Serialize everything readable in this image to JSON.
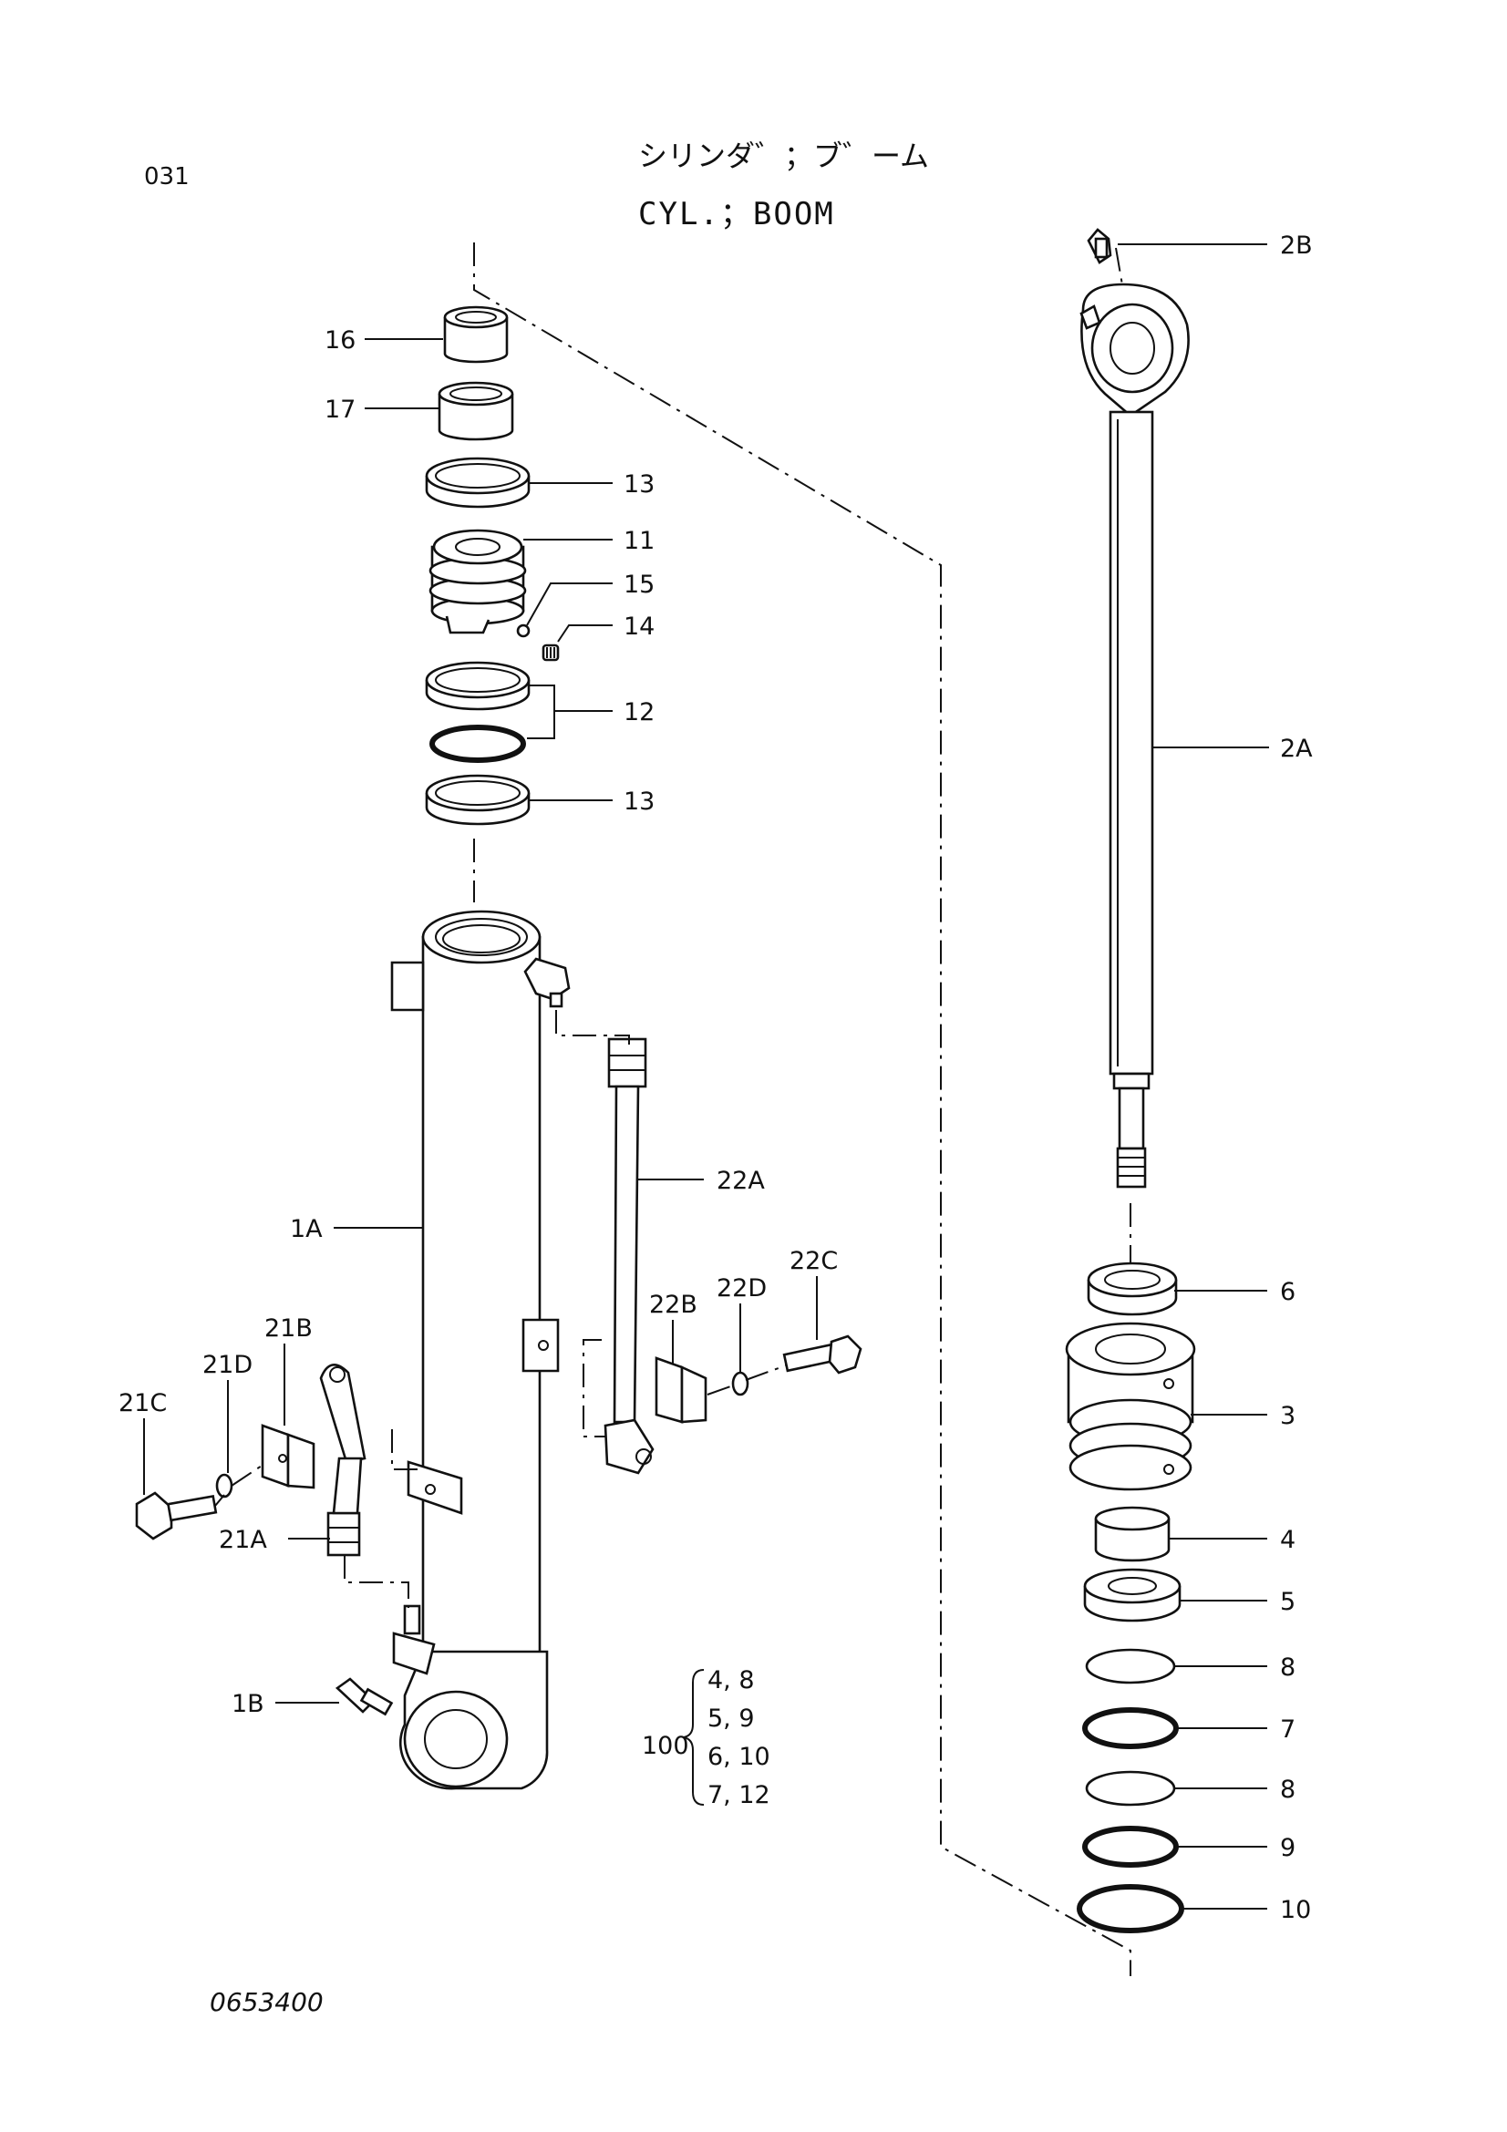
{
  "page_number": "031",
  "title_jp": "シリンダ゛；ブ゛ーム",
  "title_en": "CYL.；BOOM",
  "drawing_number": "0653400",
  "callouts": {
    "p16": "16",
    "p17": "17",
    "p13a": "13",
    "p11": "11",
    "p15": "15",
    "p14": "14",
    "p12": "12",
    "p13b": "13",
    "p1A": "1A",
    "p1B": "1B",
    "p21A": "21A",
    "p21B": "21B",
    "p21C": "21C",
    "p21D": "21D",
    "p22A": "22A",
    "p22B": "22B",
    "p22C": "22C",
    "p22D": "22D",
    "p2A": "2A",
    "p2B": "2B",
    "p3": "3",
    "p4": "4",
    "p5": "5",
    "p6": "6",
    "p7": "7",
    "p8a": "8",
    "p8b": "8",
    "p9": "9",
    "p10": "10"
  },
  "seal_kit": {
    "number": "100",
    "rows": [
      "4,  8",
      "5,  9",
      "6,  10",
      "7,  12"
    ]
  }
}
